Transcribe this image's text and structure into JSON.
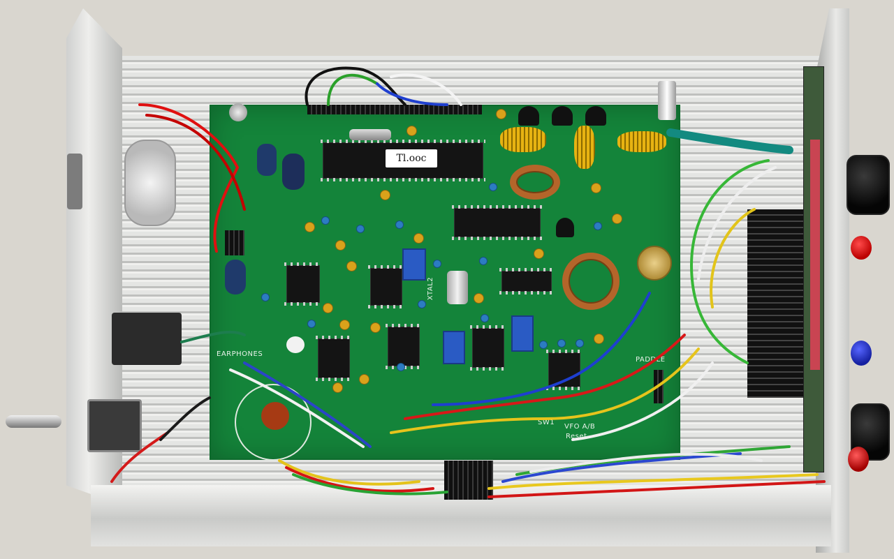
{
  "board": {
    "sticker": "Tl.ooc",
    "silk_earphones": "EARPHONES",
    "silk_paddle": "PADDLE",
    "silk_xtal": "XTAL2",
    "silk_sw": "SW1",
    "silk_vfo": "VFO A/B",
    "silk_reset": "Reset"
  },
  "colors": {
    "pcb": "#14843a",
    "chassis": "#dcdcda",
    "jack_red": "#d4141a",
    "jack_blue": "#1f2fb8",
    "knob": "#0a0a0a"
  }
}
